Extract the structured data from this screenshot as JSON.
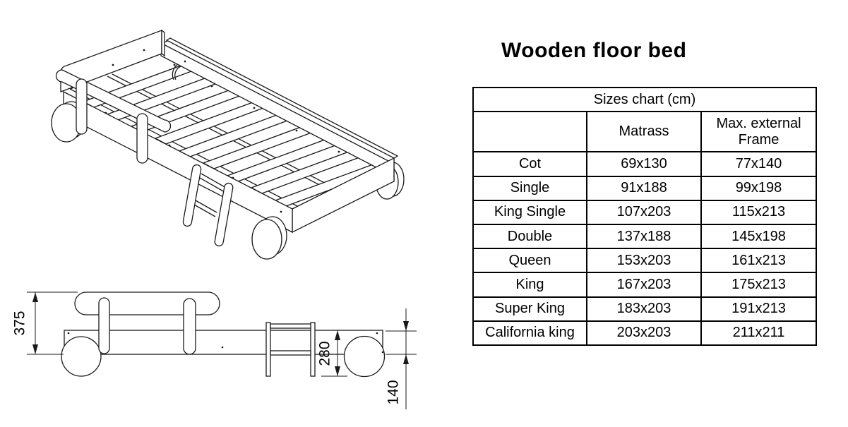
{
  "title": "Wooden floor bed",
  "table": {
    "header": "Sizes chart (cm)",
    "columns": [
      "",
      "Matrass",
      "Max. external Frame"
    ],
    "rows": [
      {
        "name": "Cot",
        "matrass": "69x130",
        "frame": "77x140"
      },
      {
        "name": "Single",
        "matrass": "91x188",
        "frame": "99x198"
      },
      {
        "name": "King Single",
        "matrass": "107x203",
        "frame": "115x213"
      },
      {
        "name": "Double",
        "matrass": "137x188",
        "frame": "145x198"
      },
      {
        "name": "Queen",
        "matrass": "153x203",
        "frame": "161x213"
      },
      {
        "name": "King",
        "matrass": "167x203",
        "frame": "175x213"
      },
      {
        "name": "Super King",
        "matrass": "183x203",
        "frame": "191x213"
      },
      {
        "name": "California king",
        "matrass": "203x203",
        "frame": "211x211"
      }
    ]
  },
  "dimensions": {
    "rail_height": "375",
    "floor_to_top": "280",
    "board_thickness": "140"
  }
}
